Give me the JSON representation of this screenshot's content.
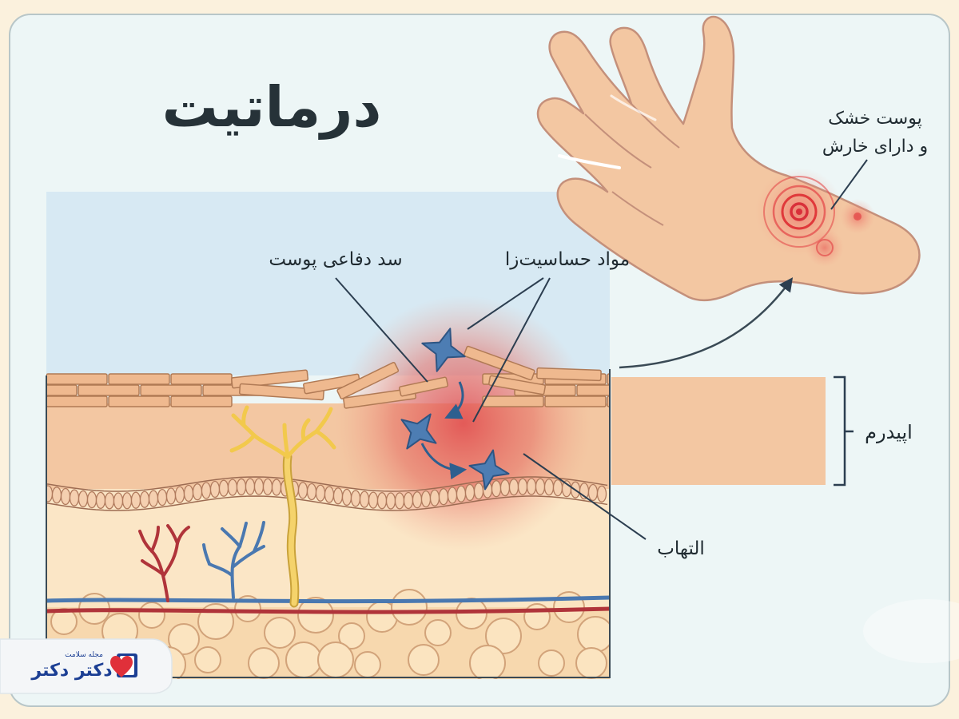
{
  "title": "درماتیت",
  "labels": {
    "skin_barrier": "سد دفاعی پوست",
    "allergens": "مواد حساسیت‌زا",
    "dry_itchy_line1": "پوست خشک",
    "dry_itchy_line2": "و دارای خارش",
    "epidermis": "اپیدرم",
    "inflammation": "التهاب"
  },
  "logo": {
    "tagline": "مجله سلامت",
    "brand": "دکتر دکتر"
  },
  "colors": {
    "background": "#fbf1dd",
    "panel": "#edf6f6",
    "sky": "#d7e9f3",
    "skin": "#f3c7a2",
    "inflammation": "#e0474b",
    "allergen": "#4d7db3",
    "nerve": "#f2c94c",
    "artery": "#b0343a",
    "vein": "#4a78b0",
    "logo_red": "#e0303a",
    "logo_blue": "#1c3f94"
  },
  "icons": [
    "hand-icon",
    "allergen-star-icon",
    "logo-heart-icon",
    "logo-book-icon"
  ]
}
